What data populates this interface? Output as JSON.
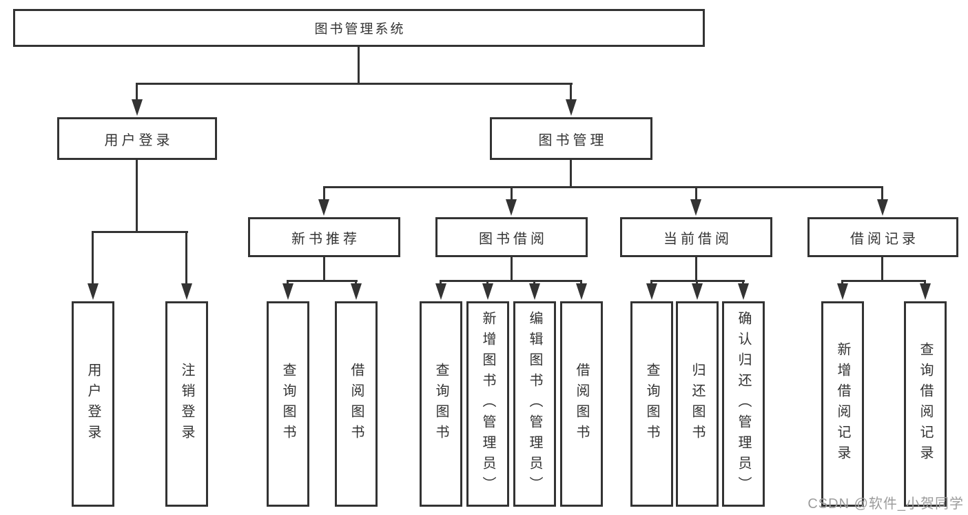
{
  "tree": {
    "label": "图书管理系统",
    "children": [
      {
        "label": "用户登录",
        "children": [
          {
            "label": "用户登录"
          },
          {
            "label": "注销登录"
          }
        ]
      },
      {
        "label": "图书管理",
        "children": [
          {
            "label": "新书推荐",
            "children": [
              {
                "label": "查询图书"
              },
              {
                "label": "借阅图书"
              }
            ]
          },
          {
            "label": "图书借阅",
            "children": [
              {
                "label": "查询图书"
              },
              {
                "label": "新增图书（管理员）"
              },
              {
                "label": "编辑图书（管理员）"
              },
              {
                "label": "借阅图书"
              }
            ]
          },
          {
            "label": "当前借阅",
            "children": [
              {
                "label": "查询图书"
              },
              {
                "label": "归还图书"
              },
              {
                "label": "确认归还（管理员）"
              }
            ]
          },
          {
            "label": "借阅记录",
            "children": [
              {
                "label": "新增借阅记录"
              },
              {
                "label": "查询借阅记录"
              }
            ]
          }
        ]
      }
    ]
  },
  "watermark": {
    "text": "CSDN @软件_小贺同学"
  },
  "colors": {
    "line": "#333333",
    "text": "#333333",
    "background": "#ffffff",
    "watermark": "#9c9c9c"
  }
}
